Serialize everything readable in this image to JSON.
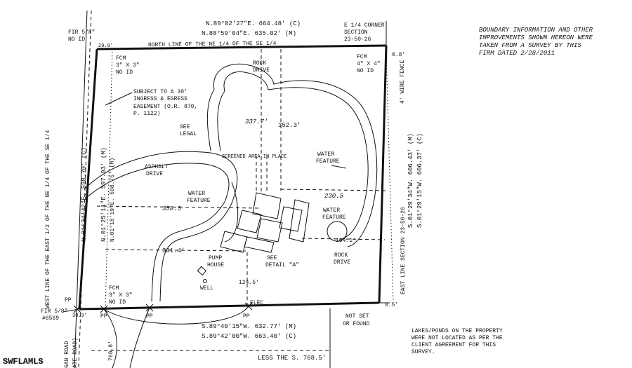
{
  "note_top_right": [
    "BOUNDARY INFORMATION AND OTHER",
    "IMPROVEMENTS SHOWN HEREON WERE",
    "TAKEN FROM A SURVEY BY THIS",
    "FIRM DATED 2/28/2011"
  ],
  "north_bearing_c": "N.89°02'27\"E.  664.48' (C)",
  "north_bearing_m": "N.88°59'04\"E. 635.02' (M)",
  "north_line_label": "NORTH LINE OF THE NE 1/4 OF THE SE 1/4",
  "corner_label": [
    "E 1/4 CORNER",
    "SECTION",
    "23-50-26"
  ],
  "fir_top": [
    "FIR 5/8\"",
    "NO ID"
  ],
  "dim_29_9": "29.9'",
  "dim_0_8": "0.8'",
  "fcm_nw": [
    "FCM",
    "3\" X 3\"",
    "NO ID"
  ],
  "fcm_ne": [
    "FCM",
    "4\" X 4\"",
    "NO ID"
  ],
  "fence_label": "4' WIRE FENCE",
  "rock_drive_top": [
    "ROCK",
    "DRIVE"
  ],
  "easement": [
    "SUBJECT TO A 30'",
    "INGRESS & EGRESS",
    "EASEMENT (O.R. 870,",
    "P. 1122)"
  ],
  "see_legal": [
    "SEE",
    "LEGAL"
  ],
  "dim_337_7": "337.7'",
  "dim_352_3": "352.3'",
  "screened_area": "SCREENED AREA IN PLACE",
  "water_feature_ne": [
    "WATER",
    "FEATURE"
  ],
  "asphalt_drive": [
    "ASPHALT",
    "DRIVE"
  ],
  "water_feature_w": [
    "WATER",
    "FEATURE"
  ],
  "water_feature_e": [
    "WATER",
    "FEATURE"
  ],
  "dim_358_5": "358.5",
  "dim_230_5": "230.5",
  "dim_164_1": "164.1'",
  "dim_301_4": "301.4'",
  "dim_124_5": "124.5'",
  "pump_house": [
    "PUMP",
    "HOUSE"
  ],
  "well": "WELL",
  "see_detail": [
    "SEE",
    "DETAIL \"A\""
  ],
  "rock_drive_se": [
    "ROCK",
    "DRIVE"
  ],
  "west_bearing_c": "N.01°24'42\"E. 598.70' (C)",
  "west_bearing_m": "N.01°25'11\"E. 597.93' (M)",
  "west_bearing_m2": "N.01°18'19\"E. 598.75' (M)",
  "west_line_label": "WEST LINE OF THE EAST 1/2 OF THE NE 1/4 OF THE SE 1/4",
  "east_bearing_m": "S.01°29'34\"W. 606.43' (M)",
  "east_bearing_c": "S.01°29'15\"W. 606.37' (C)",
  "east_line_label": "EAST LINE SECTION 23-50-26",
  "pp_labels": [
    "PP",
    "PP",
    "PP",
    "PP"
  ],
  "elec": "ELEC",
  "fir_bottom": [
    "FIR 5/8\"",
    "#6569"
  ],
  "dim_30_3": "30.3'",
  "dim_0_5": "0.5'",
  "fcm_sw": [
    "FCM",
    "3\" X 3\"",
    "NO ID"
  ],
  "not_set": [
    "NOT SET",
    "OR FOUND"
  ],
  "south_bearing_m": "S.89°40'15\"W. 632.77' (M)",
  "south_bearing_c": "S.89°42'00\"W. 663.40' (C)",
  "lakes_note": [
    "LAKES/PONDS ON THE PROPERTY",
    "WERE NOT LOCATED AS PER THE",
    "CLIENT AGREEMENT FOR THIS",
    "SURVEY."
  ],
  "less_label": "LESS THE S. 768.5'",
  "dim_768_8": "768.8'",
  "road_label_1": "GAN ROAD",
  "road_label_2": "ATE ROAD)",
  "watermark": "SWFLAMLS"
}
